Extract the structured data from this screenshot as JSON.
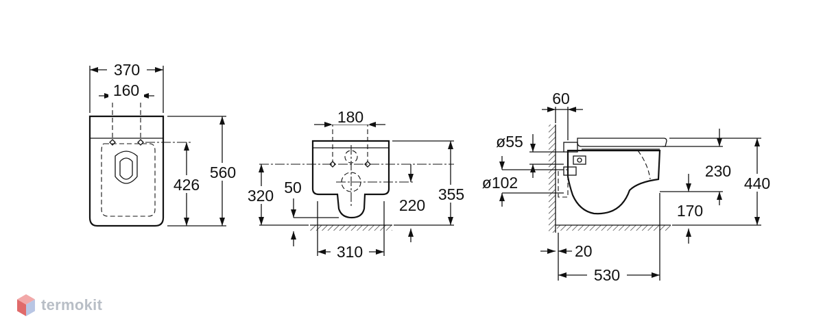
{
  "front_view": {
    "width_total": "370",
    "width_fixing": "160",
    "height_total": "560",
    "height_fixing": "426"
  },
  "rear_view": {
    "fixing_spacing": "180",
    "fixing_height": "320",
    "outlet_offset": "50",
    "outlet_height": "220",
    "top_height": "355",
    "base_width": "310"
  },
  "side_view": {
    "wall_offset": "60",
    "inlet_diameter": "ø55",
    "outlet_diameter": "ø102",
    "seat_offset": "230",
    "overall_height": "440",
    "floor_clearance": "170",
    "wall_gap": "20",
    "projection": "530"
  },
  "watermark": {
    "brand": "termokit",
    "colors": {
      "hex_top": "#f2a8a8",
      "hex_left": "#e06a6a",
      "hex_right": "#b9c6e4",
      "text": "#b8bec6"
    }
  }
}
